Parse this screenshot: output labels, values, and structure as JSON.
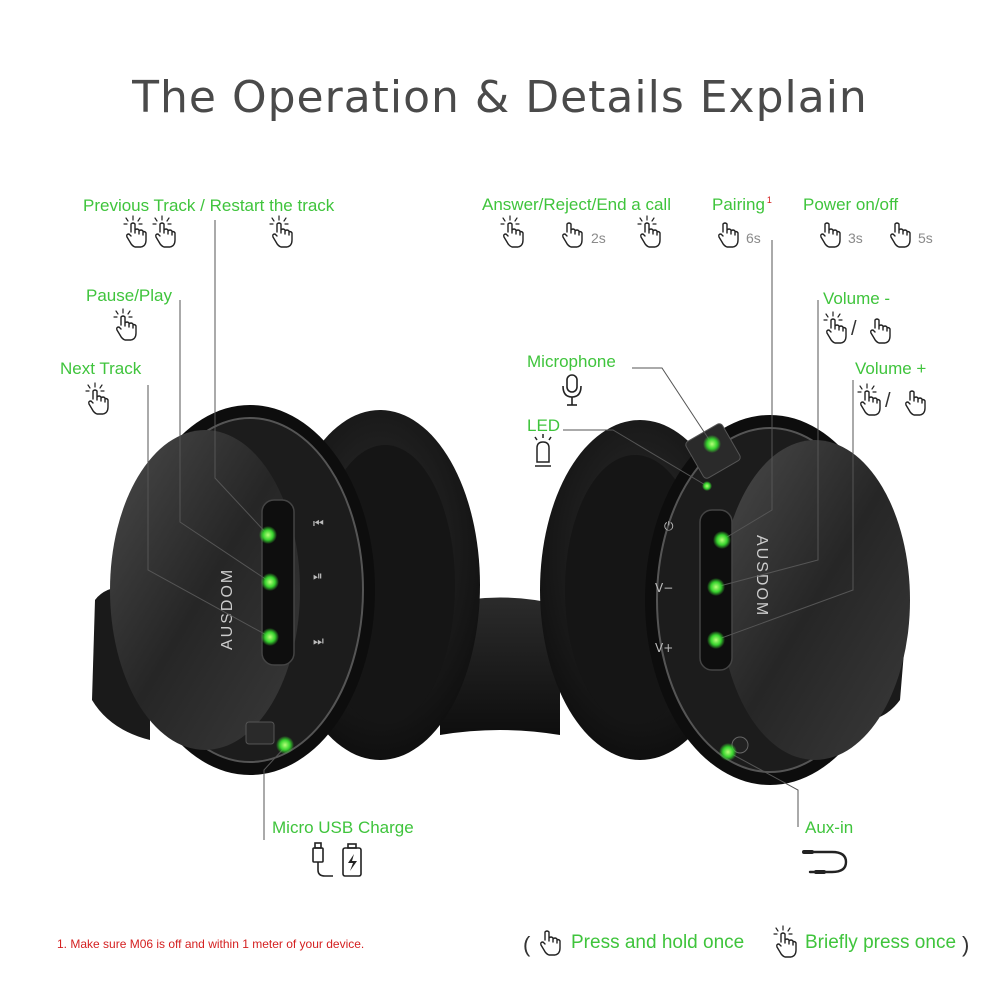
{
  "title": "The Operation &  Details Explain",
  "labels": {
    "previous_track": "Previous Track / Restart the track",
    "pause_play": "Pause/Play",
    "next_track": "Next Track",
    "answer_call": "Answer/Reject/End a call",
    "pairing": "Pairing",
    "pairing_sup": "1",
    "power": "Power on/off",
    "volume_minus": "Volume -",
    "volume_plus": "Volume +",
    "microphone": "Microphone",
    "led": "LED",
    "usb_charge": "Micro USB Charge",
    "aux_in": "Aux-in"
  },
  "durations": {
    "answer_hold": "2s",
    "pairing_hold": "6s",
    "power_on": "3s",
    "power_off": "5s"
  },
  "slash": "/",
  "footnote": "1.  Make sure M06 is off and within 1 meter of your device.",
  "legend": {
    "open_paren": "(",
    "close_paren": ")",
    "hold": "Press and hold once",
    "brief": "Briefly press once"
  },
  "brand": "AUSDOM",
  "button_marks": {
    "prev": "⏮",
    "play": "⏯",
    "next": "⏭",
    "power": "⏻",
    "vminus": "V−",
    "vplus": "V+"
  },
  "colors": {
    "accent_green": "#3fc43c",
    "note_red": "#d42020",
    "title_gray": "#4a4a4a"
  }
}
